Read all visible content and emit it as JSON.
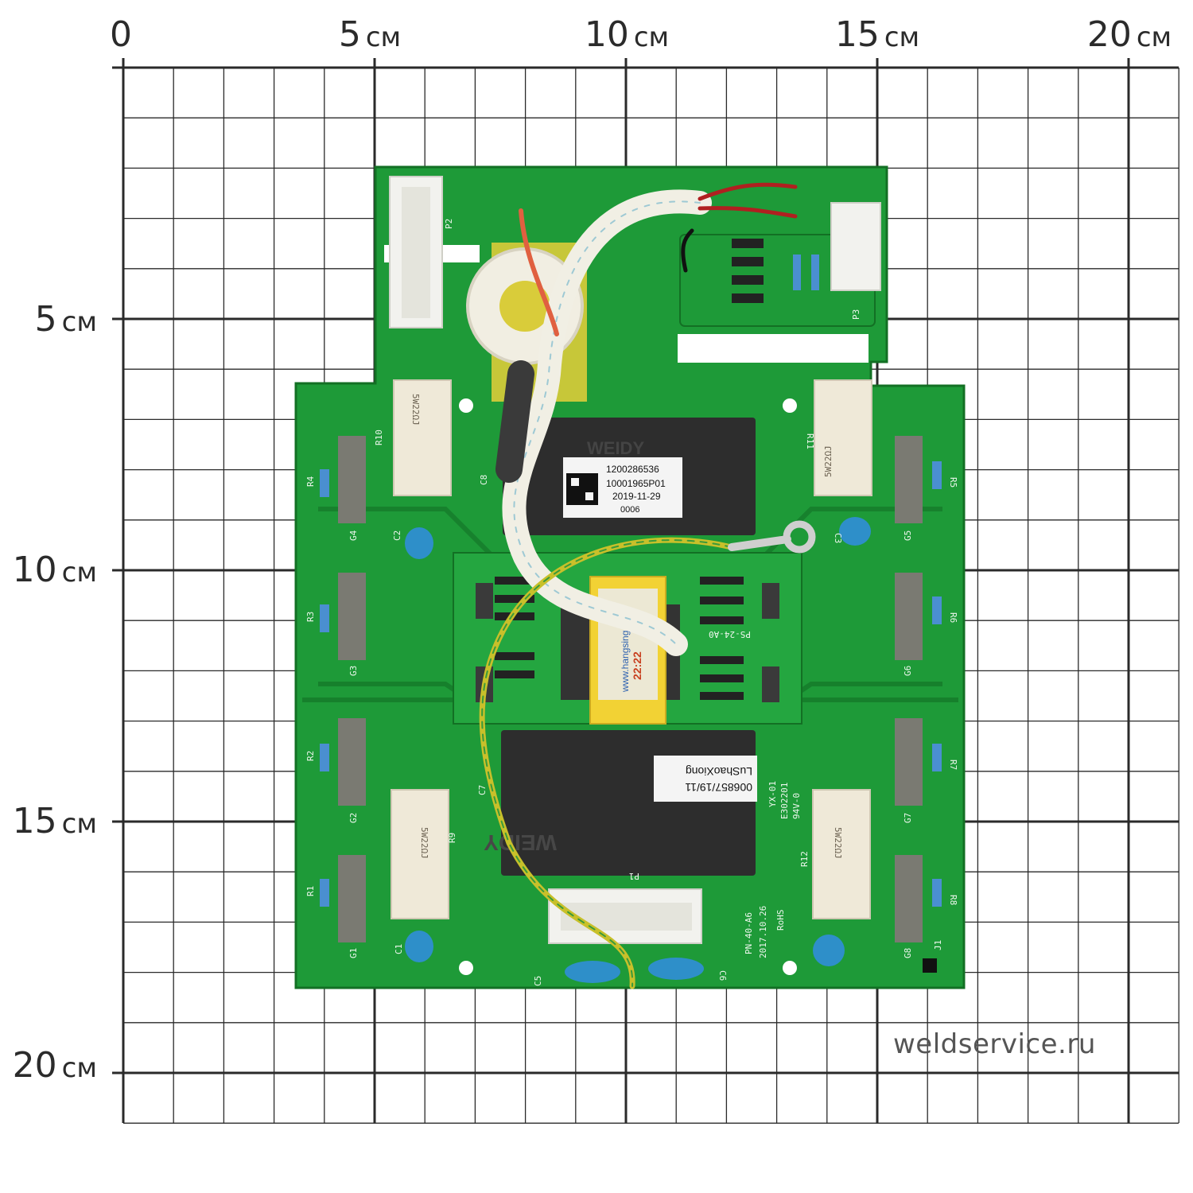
{
  "ruler": {
    "top_marks": [
      {
        "num": "0",
        "unit": ""
      },
      {
        "num": "5",
        "unit": "см"
      },
      {
        "num": "10",
        "unit": "см"
      },
      {
        "num": "15",
        "unit": "см"
      },
      {
        "num": "20",
        "unit": "см"
      }
    ],
    "left_marks": [
      {
        "num": "5",
        "unit": "см"
      },
      {
        "num": "10",
        "unit": "см"
      },
      {
        "num": "15",
        "unit": "см"
      },
      {
        "num": "20",
        "unit": "см"
      }
    ]
  },
  "board": {
    "connectors": [
      "P2",
      "P3",
      "P1"
    ],
    "resistors_power": [
      "R10",
      "R11",
      "R9",
      "R12"
    ],
    "resistor_marking": "5W22ΩJ",
    "relay_label": {
      "line1": "1200286536",
      "line2": "10001965P01",
      "line3": "2019-11-29",
      "line4": "0006"
    },
    "relay_brand": "WEIDY",
    "sticker_text": "LuShaoXiong",
    "sticker_code": "006857/19/11",
    "transformer_time": "22:22",
    "transformer_site": "www.hangsing.cn",
    "subboard_label": "PS-24-A0",
    "board_info": [
      "YX-01",
      "E302201",
      "94V-0"
    ],
    "board_part": [
      "PN-40-A6",
      "2017.10.26"
    ],
    "rohs": "RoHS",
    "gates_left": [
      "G4",
      "G3",
      "G2",
      "G1"
    ],
    "gates_right": [
      "G5",
      "G6",
      "G7",
      "G8"
    ],
    "res_left": [
      "R4",
      "R3",
      "R2",
      "R1"
    ],
    "res_right": [
      "R5",
      "R6",
      "R7",
      "R8"
    ],
    "caps": [
      "C2",
      "C3",
      "C1",
      "C8",
      "C7",
      "C5",
      "C6"
    ],
    "jumper": "J1"
  },
  "watermark": "weldservice.ru",
  "colors": {
    "pcb": "#1e9a38",
    "pcb_dark": "#157a2a",
    "grid": "#2a2a2a",
    "relay": "#2d2d2d",
    "resistor": "#efe9d8",
    "capacitor": "#2e8fc9",
    "toroid": "#f1eee2",
    "transformer_core": "#f2d234"
  }
}
